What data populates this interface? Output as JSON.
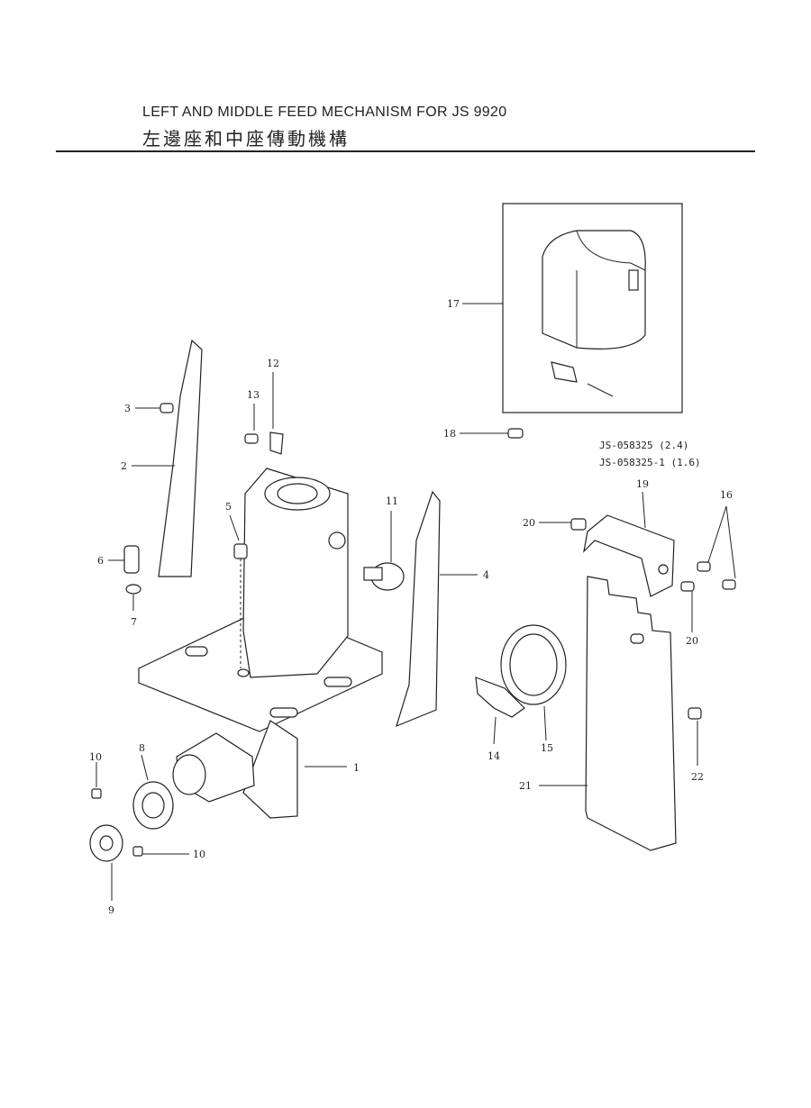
{
  "header": {
    "title_en": "LEFT AND MIDDLE FEED MECHANISM FOR JS 9920",
    "title_zh": "左邊座和中座傳動機構"
  },
  "part_numbers": {
    "line1": "JS-058325 (2.4)",
    "line2": "JS-058325-1 (1.6)"
  },
  "callouts": {
    "c1": "1",
    "c2": "2",
    "c3": "3",
    "c4": "4",
    "c5": "5",
    "c6": "6",
    "c7": "7",
    "c8": "8",
    "c9": "9",
    "c10a": "10",
    "c10b": "10",
    "c11": "11",
    "c12": "12",
    "c13": "13",
    "c14": "14",
    "c15": "15",
    "c16": "16",
    "c17": "17",
    "c18": "18",
    "c19": "19",
    "c20a": "20",
    "c20b": "20",
    "c21": "21",
    "c22": "22"
  }
}
